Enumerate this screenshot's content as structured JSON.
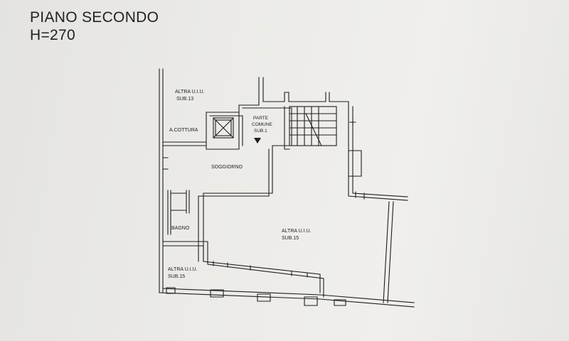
{
  "heading": {
    "floor": "PIANO SECONDO",
    "height": "H=270"
  },
  "rooms": {
    "altra_13": {
      "name": "ALTRA U.I.U.",
      "sub": "SUB.13"
    },
    "parte_comune": {
      "l1": "PARTE",
      "l2": "COMUNE",
      "l3": "SUB.1"
    },
    "cottura": "A.COTTURA",
    "soggiorno": "SOGGIORNO",
    "bagno": "BAGNO",
    "altra_15_main": {
      "name": "ALTRA U.I.U.",
      "sub": "SUB.15"
    },
    "altra_15_left": {
      "name": "ALTRA U.I.U.",
      "sub": "SUB.15"
    }
  }
}
